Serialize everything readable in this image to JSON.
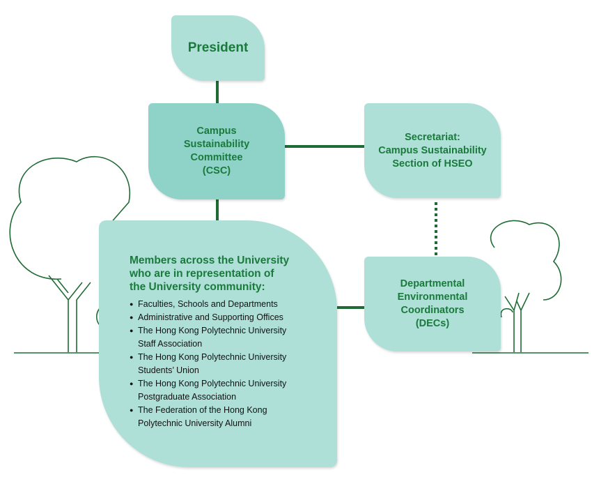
{
  "colors": {
    "accent_green": "#1a7a3c",
    "node_fill": "#aee0d8",
    "node_fill_dark": "#8fd2c8",
    "line_green": "#1f6b35"
  },
  "nodes": {
    "president": "President",
    "csc": [
      "Campus",
      "Sustainability",
      "Committee",
      "(CSC)"
    ],
    "secretariat": [
      "Secretariat:",
      "Campus Sustainability",
      "Section of HSEO"
    ],
    "decs": [
      "Departmental",
      "Environmental",
      "Coordinators",
      "(DECs)"
    ]
  },
  "members": {
    "heading": [
      "Members across the University",
      "who are in representation of",
      "the University community:"
    ],
    "items": [
      [
        "Faculties, Schools and Departments"
      ],
      [
        "Administrative and Supporting Offices"
      ],
      [
        "The Hong Kong Polytechnic University",
        "Staff Association"
      ],
      [
        "The Hong Kong Polytechnic University",
        "Students’ Union"
      ],
      [
        "The Hong Kong Polytechnic University",
        "Postgraduate Association"
      ],
      [
        "The Federation of the Hong Kong",
        "Polytechnic University Alumni"
      ]
    ]
  }
}
